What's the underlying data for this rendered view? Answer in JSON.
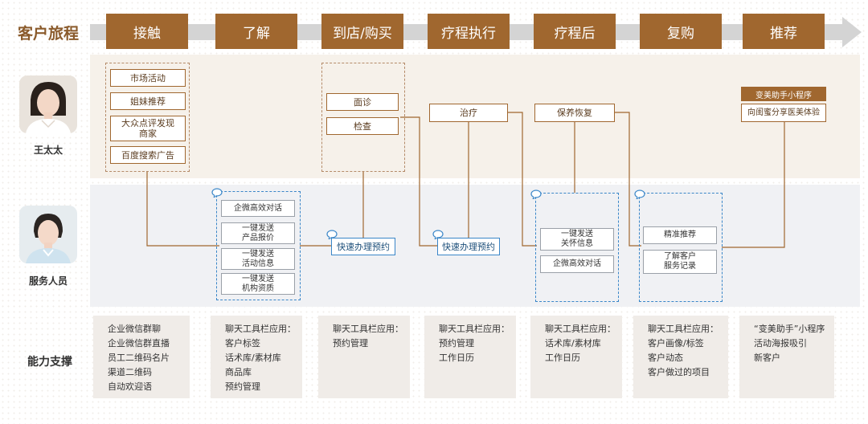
{
  "journey": {
    "title": "客户旅程",
    "stages": [
      "接触",
      "了解",
      "到店/购买",
      "疗程执行",
      "疗程后",
      "复购",
      "推荐"
    ]
  },
  "roles": {
    "customer": {
      "label": "王太太"
    },
    "staff": {
      "label": "服务人员"
    },
    "capability": {
      "label": "能力支撑"
    }
  },
  "customer_touchpoints": {
    "contact": [
      "市场活动",
      "姐妹推荐",
      "大众点评发现\n商家",
      "百度搜索广告"
    ],
    "store": [
      "面诊",
      "检查"
    ],
    "treatment": "治疗",
    "after": "保养恢复",
    "referral_tag": "变美助手小程序",
    "referral": "向闺蜜分享医美体验"
  },
  "staff_actions": {
    "understand": [
      "企微高效对话",
      "一键发送\n产品报价",
      "一键发送\n活动信息",
      "一键发送\n机构资质"
    ],
    "book1": "快速办理预约",
    "book2": "快速办理预约",
    "after": [
      "一键发送\n关怀信息",
      "企微高效对话"
    ],
    "repurchase": [
      "精准推荐",
      "了解客户\n服务记录"
    ]
  },
  "capabilities": [
    [
      "企业微信群聊",
      "企业微信群直播",
      "员工二维码名片",
      "渠道二维码",
      "自动欢迎语"
    ],
    [
      "聊天工具栏应用：",
      "客户标签",
      "话术库/素材库",
      "商品库",
      "预约管理"
    ],
    [
      "聊天工具栏应用：",
      "预约管理"
    ],
    [
      "聊天工具栏应用：",
      "预约管理",
      "工作日历"
    ],
    [
      "聊天工具栏应用：",
      "话术库/素材库",
      "工作日历"
    ],
    [
      "聊天工具栏应用：",
      "客户画像/标签",
      "客户动态",
      "客户做过的项目"
    ],
    [
      "“变美助手”小程序",
      "活动海报吸引",
      "新客户"
    ]
  ],
  "colors": {
    "stage_fill": "#a0672f",
    "flow_line": "#a0672f",
    "dashed_blue": "#3a86c8",
    "dashed_brown": "#b48a68"
  }
}
